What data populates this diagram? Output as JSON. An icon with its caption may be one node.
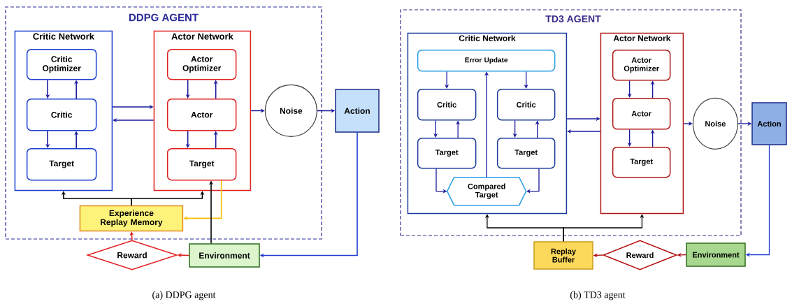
{
  "diagram": {
    "nodes": [
      {
        "text": [
          "DDPG AGENT"
        ]
      },
      {
        "text": [
          "Critic Network"
        ],
        "in": 0
      },
      {
        "text": [
          "Critic Optimizer"
        ],
        "in": 1
      },
      {
        "text": [
          "Critic"
        ],
        "in": 1
      },
      {
        "text": [
          "Target"
        ],
        "in": 1
      },
      {
        "text": [
          "Actor Network"
        ],
        "in": 0
      },
      {
        "text": [
          "Actor Optimizer"
        ],
        "in": 5
      },
      {
        "text": [
          "Actor"
        ],
        "in": 5
      },
      {
        "text": [
          "Target"
        ],
        "in": 5
      },
      {
        "text": [
          "Noise"
        ],
        "in": 0
      },
      {
        "text": [
          "Action"
        ]
      },
      {
        "text": [
          "Experience Replay Memory"
        ],
        "in": 0
      },
      {
        "text": [
          "Reward"
        ]
      },
      {
        "text": [
          "Environment"
        ]
      },
      {
        "text": [
          "TD3 AGENT"
        ]
      },
      {
        "text": [
          "Critic Network"
        ],
        "in": 14
      },
      {
        "text": [
          "Error Update"
        ],
        "in": 15
      },
      {
        "text": [
          "Critic"
        ],
        "in": 15
      },
      {
        "text": [
          "Critic"
        ],
        "in": 15
      },
      {
        "text": [
          "Target"
        ],
        "in": 15
      },
      {
        "text": [
          "Target"
        ],
        "in": 15
      },
      {
        "text": [
          "Compared Target"
        ],
        "in": 15
      },
      {
        "text": [
          "Actor Network"
        ],
        "in": 14
      },
      {
        "text": [
          "Actor Optimizer"
        ],
        "in": 22
      },
      {
        "text": [
          "Actor"
        ],
        "in": 22
      },
      {
        "text": [
          "Target"
        ],
        "in": 22
      },
      {
        "text": [
          "Noise"
        ],
        "in": 14
      },
      {
        "text": [
          "Action"
        ]
      },
      {
        "text": [
          "Replay Buffer"
        ]
      },
      {
        "text": [
          "Reward"
        ]
      },
      {
        "text": [
          "Environment"
        ]
      }
    ],
    "edges": [
      {
        "from": 2,
        "to": 3,
        "arrow": "to"
      },
      {
        "from": 3,
        "to": 2,
        "arrow": "to"
      },
      {
        "from": 3,
        "to": 4,
        "arrow": "to"
      },
      {
        "from": 4,
        "to": 3,
        "arrow": "to"
      },
      {
        "from": 6,
        "to": 7,
        "arrow": "to"
      },
      {
        "from": 7,
        "to": 6,
        "arrow": "to"
      },
      {
        "from": 7,
        "to": 8,
        "arrow": "to"
      },
      {
        "from": 8,
        "to": 7,
        "arrow": "to"
      },
      {
        "from": 1,
        "to": 5,
        "arrow": "to"
      },
      {
        "from": 5,
        "to": 1,
        "arrow": "to"
      },
      {
        "from": 5,
        "to": 9,
        "arrow": "to"
      },
      {
        "from": 9,
        "to": 10,
        "arrow": "to"
      },
      {
        "from": 10,
        "to": 13,
        "arrow": "to",
        "color": "#1e3cd0"
      },
      {
        "from": 13,
        "to": 12,
        "arrow": "to",
        "color": "#e02020"
      },
      {
        "from": 12,
        "to": 11,
        "arrow": "to",
        "color": "#e02020"
      },
      {
        "from": 8,
        "to": 11,
        "arrow": "to",
        "color": "#ffc000"
      },
      {
        "from": 11,
        "to": 1,
        "arrow": "to",
        "color": "#000000"
      },
      {
        "from": 11,
        "to": 5,
        "arrow": "to",
        "color": "#000000"
      },
      {
        "from": 13,
        "to": 8,
        "arrow": "to",
        "color": "#000000"
      },
      {
        "from": 16,
        "to": 17,
        "arrow": "to"
      },
      {
        "from": 16,
        "to": 18,
        "arrow": "to"
      },
      {
        "from": 17,
        "to": 19,
        "arrow": "to"
      },
      {
        "from": 19,
        "to": 17,
        "arrow": "to"
      },
      {
        "from": 18,
        "to": 20,
        "arrow": "to"
      },
      {
        "from": 20,
        "to": 18,
        "arrow": "to"
      },
      {
        "from": 19,
        "to": 21,
        "arrow": "to"
      },
      {
        "from": 20,
        "to": 21,
        "arrow": "to"
      },
      {
        "from": 21,
        "to": 16,
        "arrow": "to"
      },
      {
        "from": 15,
        "to": 22,
        "arrow": "to"
      },
      {
        "from": 22,
        "to": 15,
        "arrow": "to"
      },
      {
        "from": 23,
        "to": 24,
        "arrow": "to"
      },
      {
        "from": 24,
        "to": 23,
        "arrow": "to"
      },
      {
        "from": 24,
        "to": 25,
        "arrow": "to"
      },
      {
        "from": 25,
        "to": 24,
        "arrow": "to"
      },
      {
        "from": 22,
        "to": 26,
        "arrow": "to"
      },
      {
        "from": 26,
        "to": 27,
        "arrow": "to"
      },
      {
        "from": 27,
        "to": 30,
        "arrow": "to",
        "color": "#1e3cd0"
      },
      {
        "from": 30,
        "to": 29,
        "arrow": "to",
        "color": "#b01010"
      },
      {
        "from": 29,
        "to": 28,
        "arrow": "to",
        "color": "#b01010"
      },
      {
        "from": 28,
        "to": 15,
        "arrow": "to",
        "color": "#000000"
      },
      {
        "from": 28,
        "to": 22,
        "arrow": "to",
        "color": "#000000"
      }
    ],
    "labels": [
      "(a) DDPG agent",
      "(b) TD3 agent"
    ]
  }
}
